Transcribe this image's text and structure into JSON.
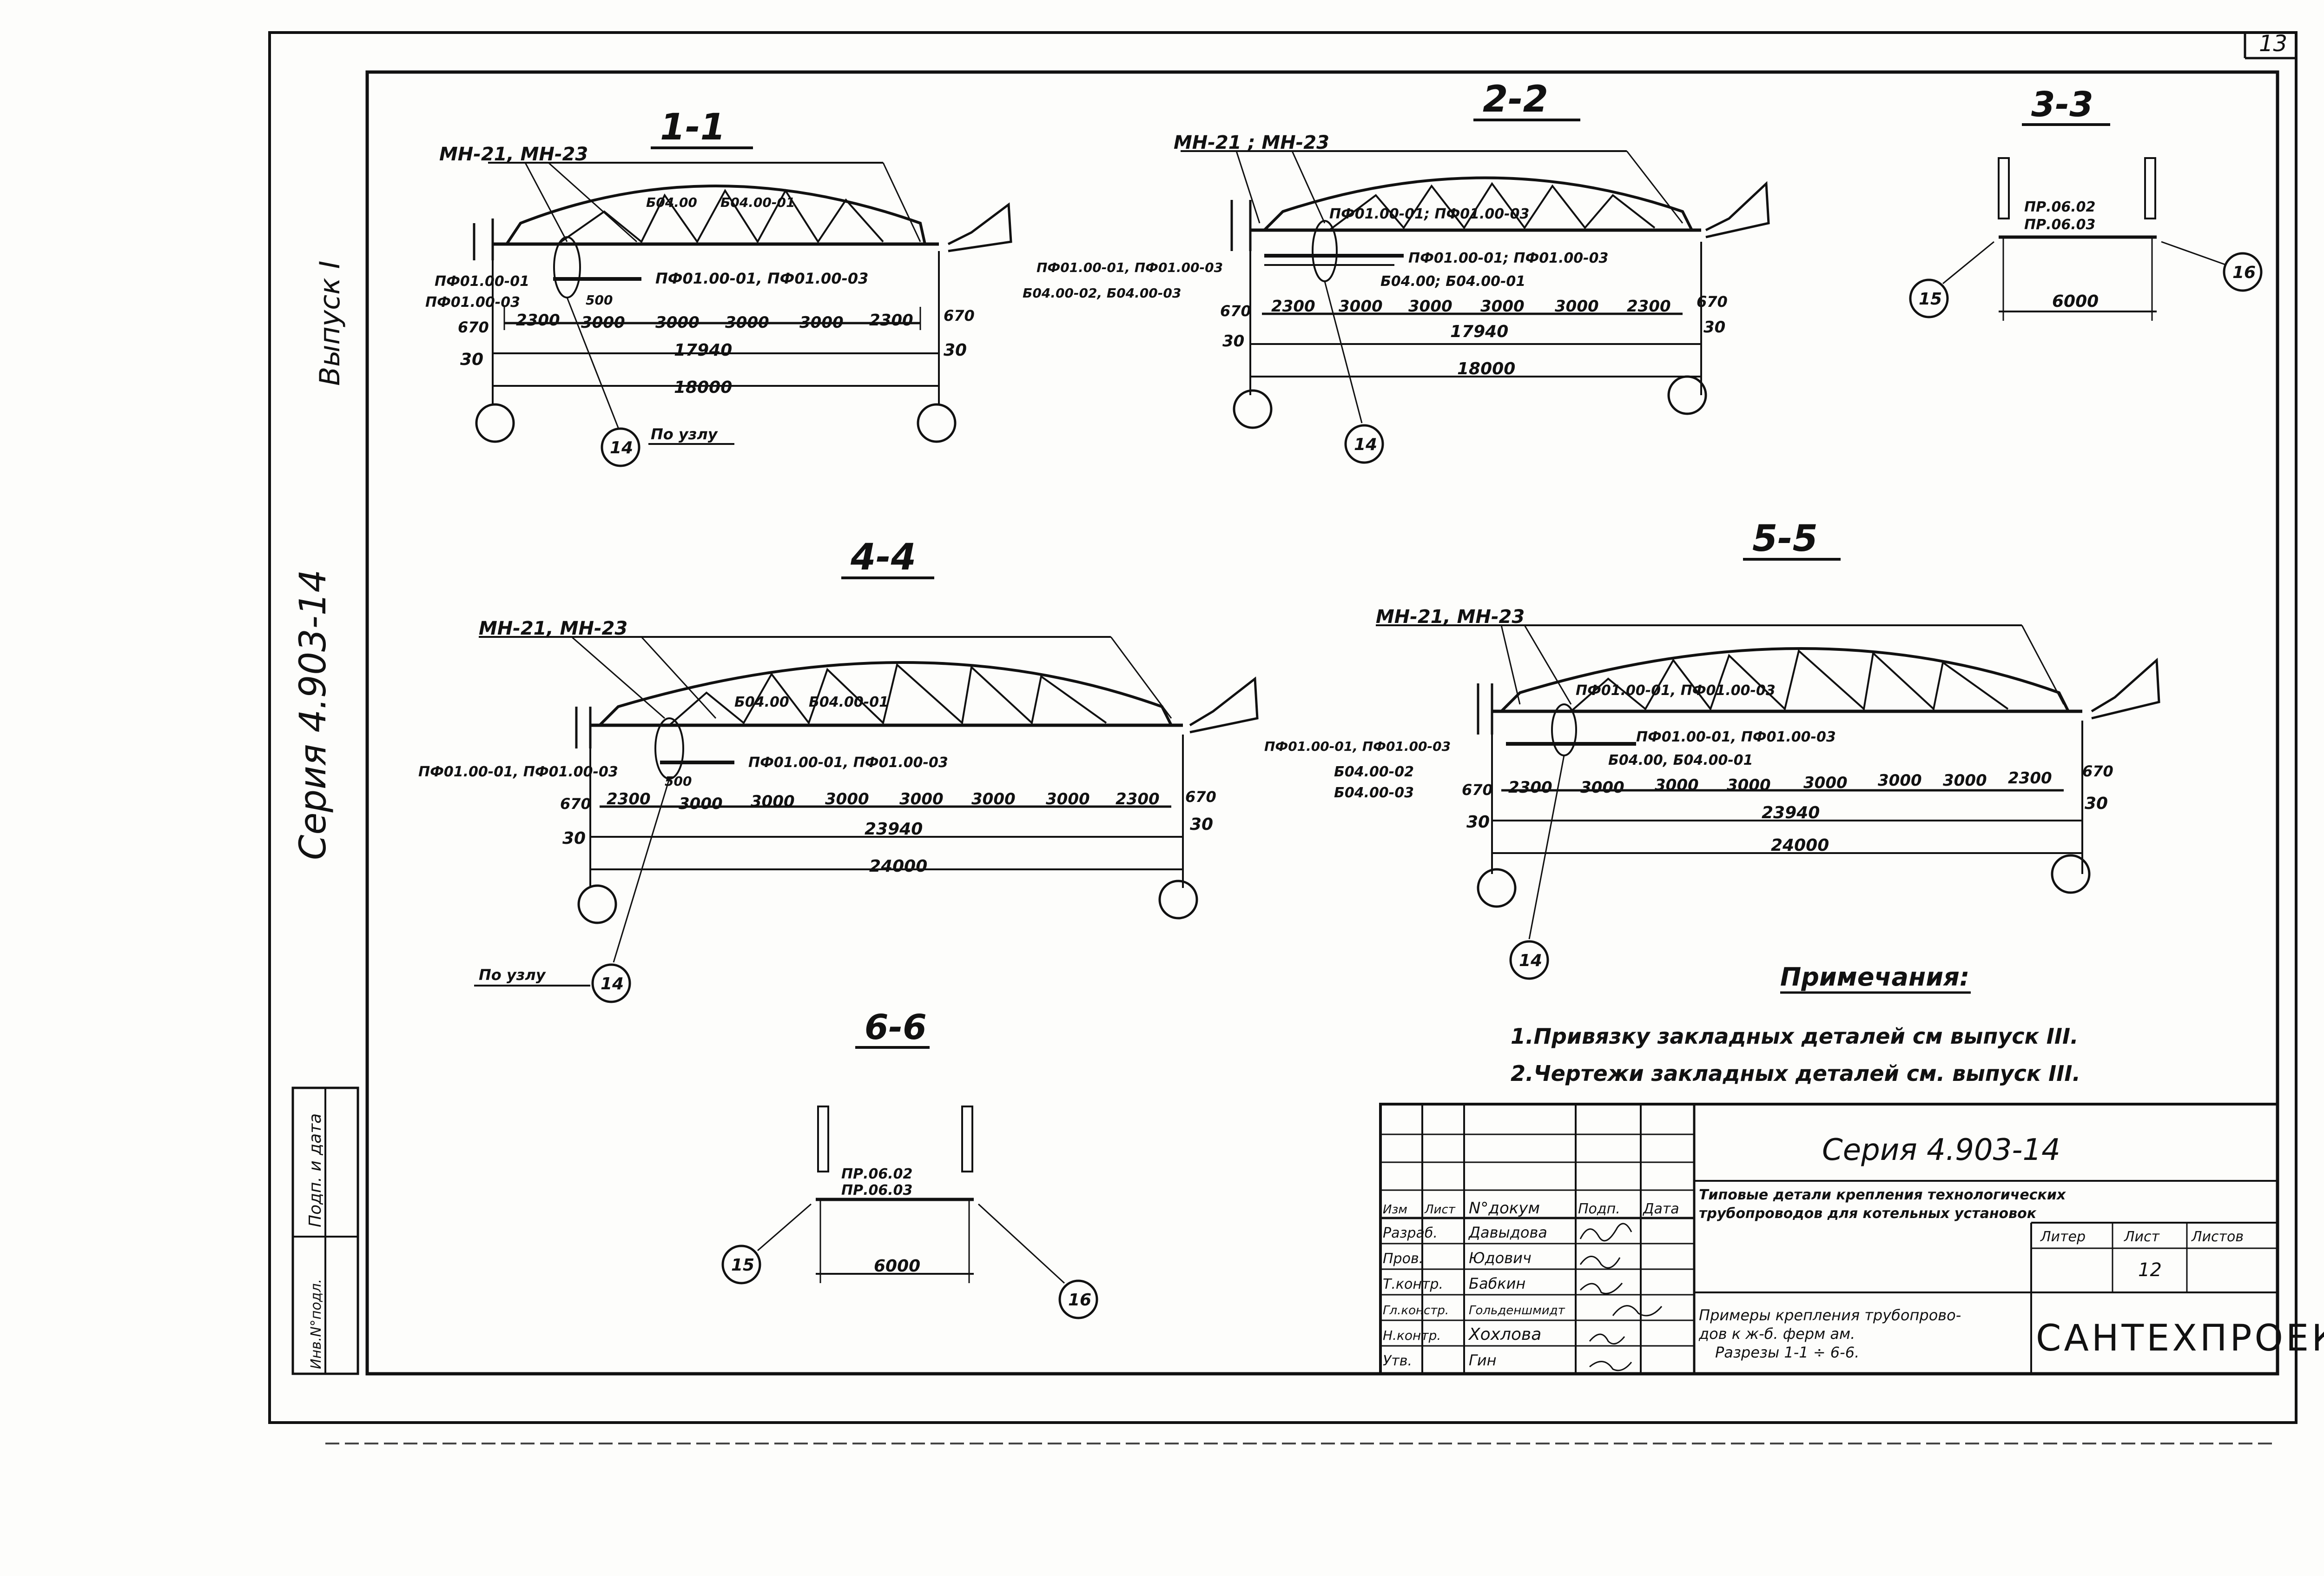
{
  "page_number": "13",
  "side_labels": {
    "issue": "Выпуск I",
    "series": "Серия 4.903-14"
  },
  "common_labels": {
    "mn": "МН-21, МН-23",
    "mn_alt": "МН-21 ; МН-23",
    "po_uzlu": "По узлу"
  },
  "callouts": {
    "c14": "14",
    "c15": "15",
    "c16": "16"
  },
  "sections": {
    "s1": {
      "title": "1-1",
      "top_labels": [
        "Б04.00",
        "Б04.00-01"
      ],
      "left_labels": [
        "ПФ01.00-01",
        "ПФ01.00-03"
      ],
      "mid_label": "ПФ01.00-01, ПФ01.00-03",
      "dim_500": "500",
      "spans": [
        "2300",
        "3000",
        "3000",
        "3000",
        "3000",
        "2300"
      ],
      "end_dims": [
        "670",
        "670"
      ],
      "offset_dims": [
        "30",
        "30"
      ],
      "inner_total": "17940",
      "total": "18000"
    },
    "s2": {
      "title": "2-2",
      "upper_label": "ПФ01.00-01; ПФ01.00-03",
      "left_labels": [
        "ПФ01.00-01, ПФ01.00-03",
        "Б04.00-02, Б04.00-03"
      ],
      "mid_labels": [
        "ПФ01.00-01; ПФ01.00-03",
        "Б04.00; Б04.00-01"
      ],
      "spans": [
        "2300",
        "3000",
        "3000",
        "3000",
        "3000",
        "2300"
      ],
      "end_dims": [
        "670",
        "670"
      ],
      "offset_dims": [
        "30",
        "30"
      ],
      "inner_total": "17940",
      "total": "18000"
    },
    "s3": {
      "title": "3-3",
      "labels": [
        "ПР.06.02",
        "ПР.06.03"
      ],
      "span": "6000"
    },
    "s4": {
      "title": "4-4",
      "top_labels": [
        "Б04.00",
        "Б04.00-01"
      ],
      "left_label": "ПФ01.00-01, ПФ01.00-03",
      "mid_label": "ПФ01.00-01, ПФ01.00-03",
      "dim_500": "500",
      "spans": [
        "2300",
        "3000",
        "3000",
        "3000",
        "3000",
        "3000",
        "3000",
        "2300"
      ],
      "end_dims": [
        "670",
        "670"
      ],
      "offset_dims": [
        "30",
        "30"
      ],
      "inner_total": "23940",
      "total": "24000"
    },
    "s5": {
      "title": "5-5",
      "upper_label": "ПФ01.00-01, ПФ01.00-03",
      "left_labels": [
        "ПФ01.00-01, ПФ01.00-03",
        "Б04.00-02",
        "Б04.00-03"
      ],
      "mid_labels": [
        "ПФ01.00-01, ПФ01.00-03",
        "Б04.00, Б04.00-01"
      ],
      "spans": [
        "2300",
        "3000",
        "3000",
        "3000",
        "3000",
        "3000",
        "3000",
        "2300"
      ],
      "end_dims": [
        "670",
        "670"
      ],
      "offset_dims": [
        "30",
        "30"
      ],
      "inner_total": "23940",
      "total": "24000"
    },
    "s6": {
      "title": "6-6",
      "labels": [
        "ПР.06.02",
        "ПР.06.03"
      ],
      "span": "6000"
    }
  },
  "notes": {
    "title": "Примечания:",
    "items": [
      "1.Привязку закладных деталей см выпуск III.",
      "2.Чертежи закладных деталей см. выпуск III."
    ]
  },
  "title_block": {
    "series": "Серия 4.903-14",
    "description": [
      "Типовые детали крепления технологических",
      "трубопроводов для котельных установок"
    ],
    "sheet_title": [
      "Примеры крепления трубопрово-",
      "дов к ж-б. ферм ам.",
      "Разрезы 1-1 ÷ 6-6."
    ],
    "col_headers": [
      "Изм",
      "Лист",
      "N°докум",
      "Подп.",
      "Дата"
    ],
    "stage_headers": [
      "Литер",
      "Лист",
      "Листов"
    ],
    "sheet_no": "12",
    "roles": [
      {
        "role": "Разраб.",
        "name": "Давыдова"
      },
      {
        "role": "Пров.",
        "name": "Юдович"
      },
      {
        "role": "Т.контр.",
        "name": "Бабкин"
      },
      {
        "role": "Гл.констр.",
        "name": "Гольденшмидт"
      },
      {
        "role": "Н.контр.",
        "name": "Хохлова"
      },
      {
        "role": "Утв.",
        "name": "Гин"
      }
    ],
    "organization": "САНТЕХПРОЕКТ"
  },
  "left_strip": {
    "header": "Подп. и дата",
    "footer": "Инв.N°подл."
  }
}
